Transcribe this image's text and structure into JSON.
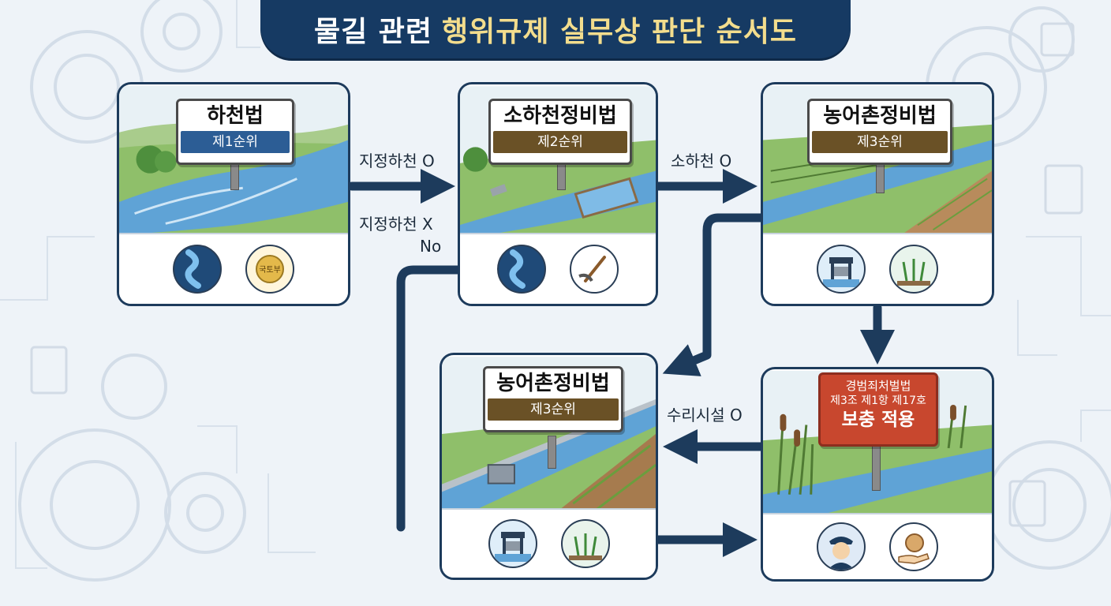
{
  "title": {
    "part1": "물길 관련",
    "part2": "행위규제 실무상 판단 순서도"
  },
  "colors": {
    "navy": "#163a63",
    "title_accent": "#f3dd8d",
    "rank_blue": "#2c5d95",
    "rank_brown": "#6a5126",
    "red_sign": "#c8472e"
  },
  "nodes": {
    "river_act": {
      "law": "하천법",
      "rank": "제1순위",
      "icons": [
        "river-icon",
        "emblem-icon"
      ],
      "emblem_text": "국토부"
    },
    "small_river_act": {
      "law": "소하천정비법",
      "rank": "제2순위",
      "icons": [
        "river-icon",
        "pickaxe-icon"
      ]
    },
    "rural_act_top": {
      "law": "농어촌정비법",
      "rank": "제3순위",
      "icons": [
        "sluice-gate-icon",
        "rice-plant-icon"
      ]
    },
    "rural_act_bottom": {
      "law": "농어촌정비법",
      "rank": "제3순위",
      "icons": [
        "sluice-gate-icon",
        "rice-plant-icon"
      ]
    },
    "supplementary": {
      "line1": "경범죄처벌법",
      "line2": "제3조 제1항 제17호",
      "line3": "보충 적용",
      "icons": [
        "police-officer-icon",
        "money-bag-hand-icon"
      ]
    }
  },
  "edges": {
    "designated_yes": "지정하천 O",
    "designated_no": "지정하천 X",
    "no": "No",
    "small_river_yes": "소하천 O",
    "irrigation_yes": "수리시설 O"
  }
}
